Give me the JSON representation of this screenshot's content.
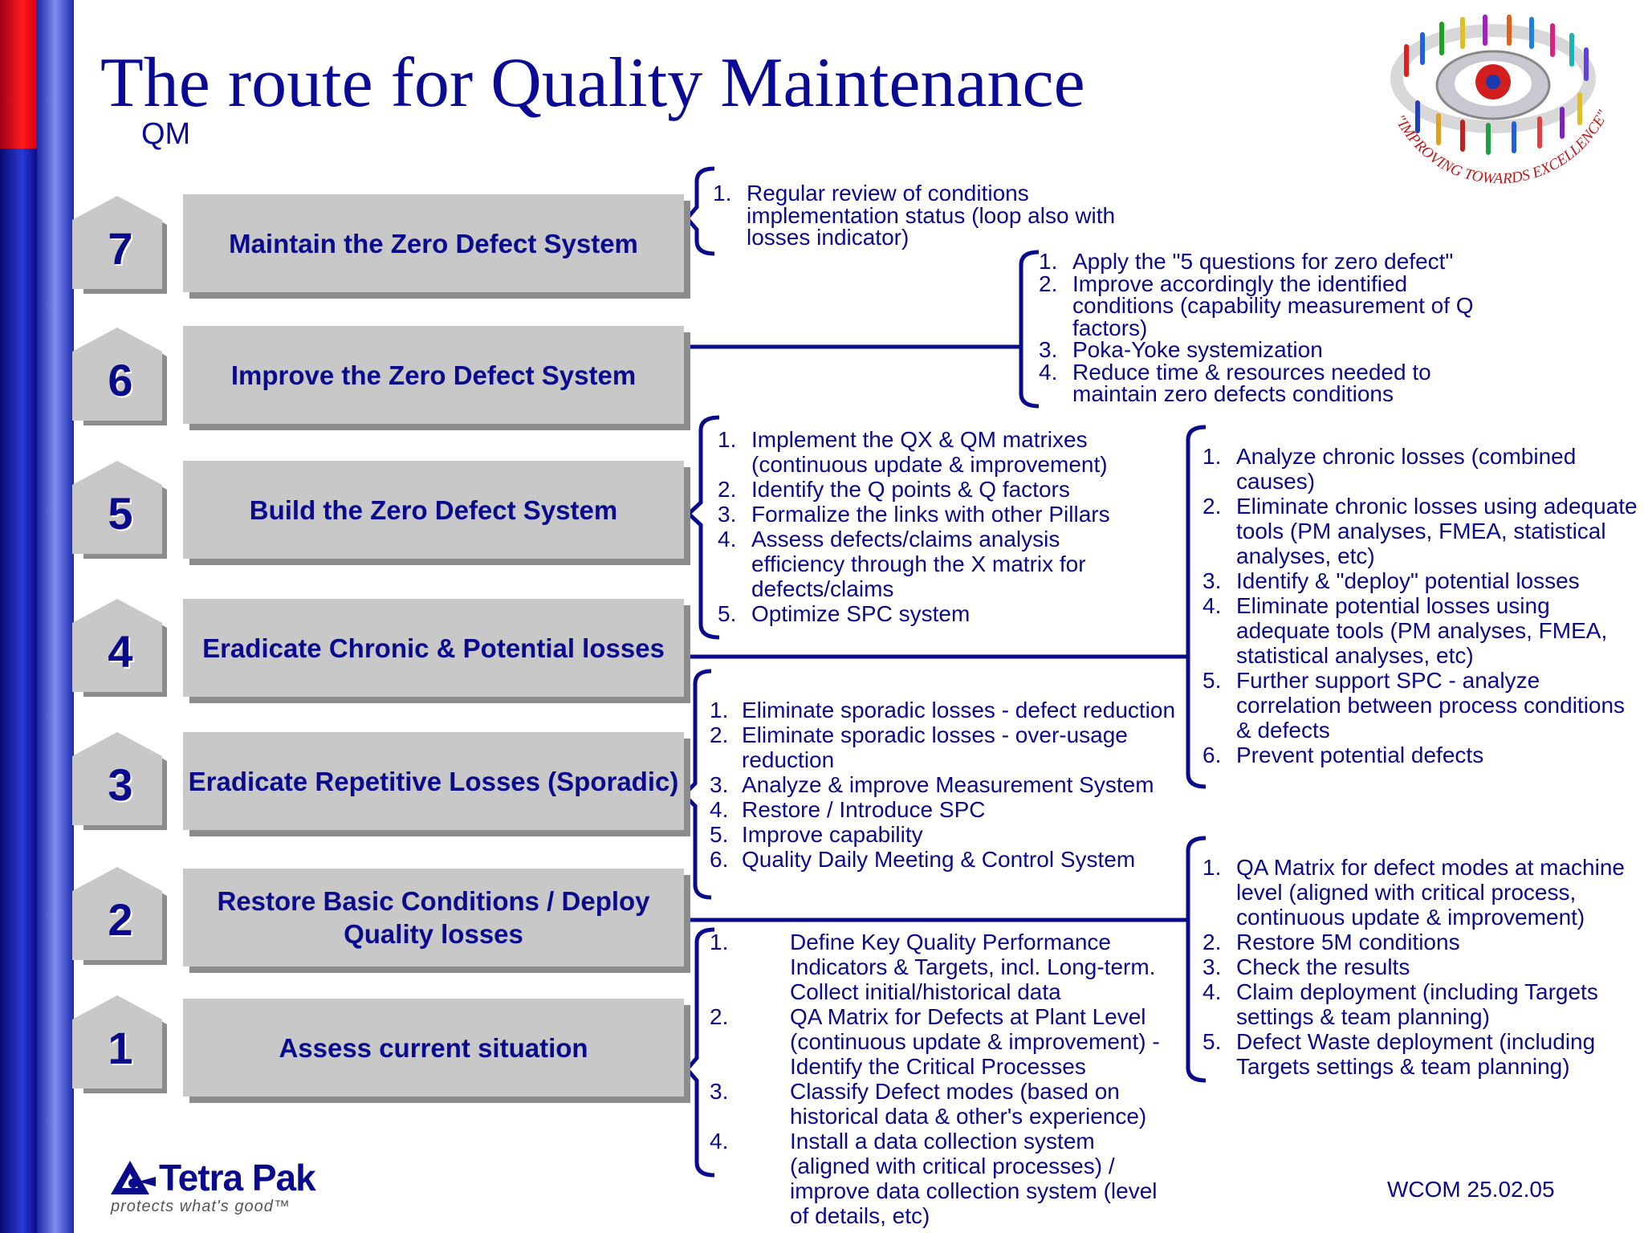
{
  "title": "The route for Quality Maintenance",
  "subtitle": "QM",
  "footer": {
    "code": "WCOM  25.02.05"
  },
  "logo": {
    "brand": "Tetra Pak",
    "tagline": "protects what's good™",
    "emblem_text": "\"IMPROVING TOWARDS EXCELLENCE\""
  },
  "colors": {
    "text": "#0a0a8c",
    "box": "#c8c8c8",
    "box_shadow": "#8c8c8c",
    "sidebar_red": "#d40010",
    "sidebar_blue": "#1b2bb0"
  },
  "steps": [
    {
      "number": "7",
      "label": "Maintain  the Zero Defect System"
    },
    {
      "number": "6",
      "label": "Improve  the Zero Defect System"
    },
    {
      "number": "5",
      "label": "Build the Zero Defect System"
    },
    {
      "number": "4",
      "label": "Eradicate Chronic & Potential losses"
    },
    {
      "number": "3",
      "label": "Eradicate Repetitive Losses (Sporadic)"
    },
    {
      "number": "2",
      "label": "Restore Basic Conditions / Deploy Quality losses"
    },
    {
      "number": "1",
      "label": "Assess current situation"
    }
  ],
  "lists": {
    "step7": [
      {
        "n": "1.",
        "text": "Regular review of conditions implementation status (loop also with losses indicator)"
      }
    ],
    "step6": [
      {
        "n": "1.",
        "text": "Apply the \"5 questions for zero defect\""
      },
      {
        "n": "2.",
        "text": "Improve accordingly the identified conditions (capability measurement of Q factors)"
      },
      {
        "n": "3.",
        "text": "Poka-Yoke systemization"
      },
      {
        "n": "4.",
        "text": "Reduce time & resources needed to maintain zero defects conditions"
      }
    ],
    "step5": [
      {
        "n": "1.",
        "text": "Implement the QX & QM matrixes (continuous update & improvement)"
      },
      {
        "n": "2.",
        "text": "Identify the Q points & Q factors"
      },
      {
        "n": "3.",
        "text": "Formalize the links with other Pillars"
      },
      {
        "n": "4.",
        "text": "Assess defects/claims analysis efficiency through the X matrix for defects/claims"
      },
      {
        "n": "5.",
        "text": "Optimize SPC system"
      }
    ],
    "step4": [
      {
        "n": "1.",
        "text": "Analyze chronic losses (combined causes)"
      },
      {
        "n": "2.",
        "text": "Eliminate chronic losses using adequate tools (PM analyses, FMEA, statistical analyses, etc)"
      },
      {
        "n": "3.",
        "text": "Identify & \"deploy\" potential losses"
      },
      {
        "n": "4.",
        "text": "Eliminate potential losses using adequate tools (PM analyses, FMEA, statistical analyses, etc)"
      },
      {
        "n": "5.",
        "text": "Further support SPC - analyze correlation between process conditions & defects"
      },
      {
        "n": "6.",
        "text": "Prevent potential defects"
      }
    ],
    "step3": [
      {
        "n": "1.",
        "text": "Eliminate sporadic losses - defect reduction"
      },
      {
        "n": "2.",
        "text": "Eliminate sporadic losses - over-usage reduction"
      },
      {
        "n": "3.",
        "text": "Analyze & improve Measurement System"
      },
      {
        "n": "4.",
        "text": "Restore / Introduce SPC"
      },
      {
        "n": "5.",
        "text": "Improve capability"
      },
      {
        "n": "6.",
        "text": "Quality Daily Meeting & Control System"
      }
    ],
    "step2": [
      {
        "n": "1.",
        "text": "QA Matrix for defect  modes at machine level (aligned with critical process, continuous update & improvement)"
      },
      {
        "n": "2.",
        "text": "Restore 5M conditions"
      },
      {
        "n": "3.",
        "text": "Check the results"
      },
      {
        "n": "4.",
        "text": "Claim deployment (including Targets settings & team planning)"
      },
      {
        "n": "5.",
        "text": "Defect Waste deployment (including Targets settings & team planning)"
      }
    ],
    "step1": [
      {
        "n": "1.",
        "text": "Define Key Quality Performance Indicators & Targets, incl. Long-term. Collect initial/historical data"
      },
      {
        "n": "2.",
        "text": "QA Matrix for Defects at Plant Level (continuous update & improvement) - Identify the Critical Processes"
      },
      {
        "n": "3.",
        "text": "Classify Defect modes (based on historical data & other's experience)"
      },
      {
        "n": "4.",
        "text": "Install a data collection system (aligned with critical processes) / improve data collection system (level of details, etc)"
      }
    ]
  }
}
